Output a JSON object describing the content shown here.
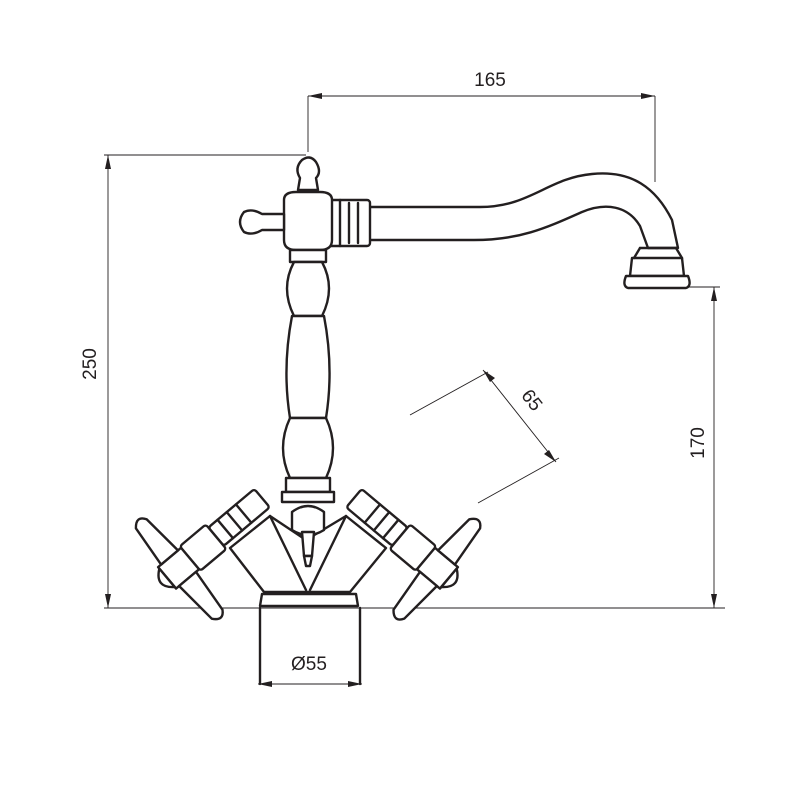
{
  "dimensions": {
    "spout_reach": "165",
    "total_height": "250",
    "spout_height": "170",
    "handle_span": "65",
    "base_diameter": "Ø55"
  },
  "colors": {
    "line": "#231f20",
    "background": "#ffffff"
  }
}
